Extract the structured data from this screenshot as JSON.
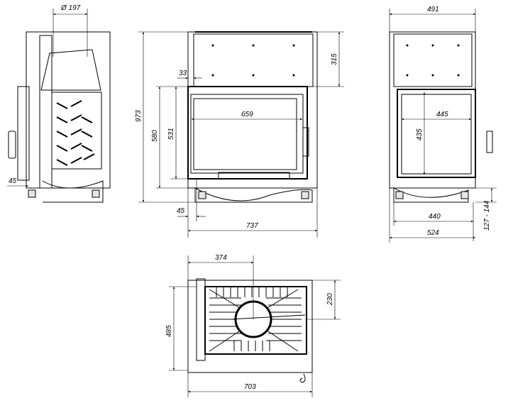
{
  "dimensions": {
    "side_flue_diameter": "Ø 197",
    "side_offset": "45",
    "front_total_height": "973",
    "front_body_height": "580",
    "front_glass_height": "531",
    "front_offset_top": "33",
    "front_glass_width": "659",
    "front_top_box_height": "315",
    "front_offset_bottom": "45",
    "front_width": "737",
    "right_depth_top": "491",
    "right_glass_width": "445",
    "right_glass_height": "435",
    "right_inner_depth": "440",
    "right_total_depth": "524",
    "right_leg_height": "127 - 144",
    "top_flue_offset_x": "374",
    "top_flue_offset_y": "230",
    "top_depth": "485",
    "top_width": "703"
  }
}
